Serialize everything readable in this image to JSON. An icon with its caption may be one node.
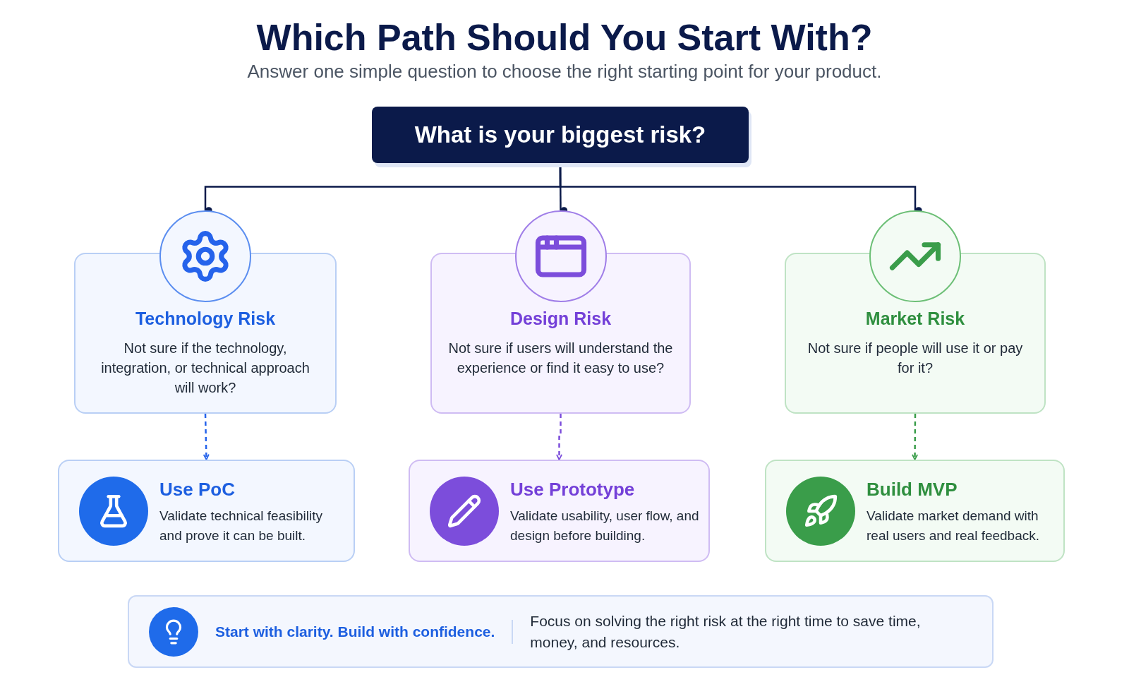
{
  "diagram": {
    "title": "Which Path Should You Start With?",
    "nodes": [
      {
        "text": [
          "What is your biggest risk?"
        ]
      },
      {
        "text": [
          "Technology Risk",
          "Not sure if the technology, integration, or technical approach will work?"
        ]
      },
      {
        "text": [
          "Design Risk",
          "Not sure if users will understand the experience or find it easy to use?"
        ]
      },
      {
        "text": [
          "Market Risk",
          "Not sure if people will use it or pay for it?"
        ]
      },
      {
        "text": [
          "Use PoC",
          "Validate technical feasibility and prove it can be built."
        ]
      },
      {
        "text": [
          "Use Prototype",
          "Validate usability, user flow, and design before building."
        ]
      },
      {
        "text": [
          "Build MVP",
          "Validate market demand with real users and real feedback."
        ]
      },
      {
        "text": [
          "Start with clarity. Build with confidence.",
          "Focus on solving the right risk at the right time to save time, money, and resources."
        ]
      }
    ],
    "edges": [
      {
        "from": 0,
        "to": 1,
        "arrow": "other"
      },
      {
        "from": 0,
        "to": 2,
        "arrow": "other"
      },
      {
        "from": 0,
        "to": 3,
        "arrow": "other"
      },
      {
        "from": 1,
        "to": 4,
        "arrow": "to",
        "style": "dashed",
        "color": "#2563eb"
      },
      {
        "from": 2,
        "to": 5,
        "arrow": "to",
        "style": "dashed",
        "color": "#7c4ddb"
      },
      {
        "from": 3,
        "to": 6,
        "arrow": "to",
        "style": "dashed",
        "color": "#3a9d4a"
      }
    ],
    "labels": [
      "Answer one simple question to choose the right starting point for your product."
    ]
  }
}
